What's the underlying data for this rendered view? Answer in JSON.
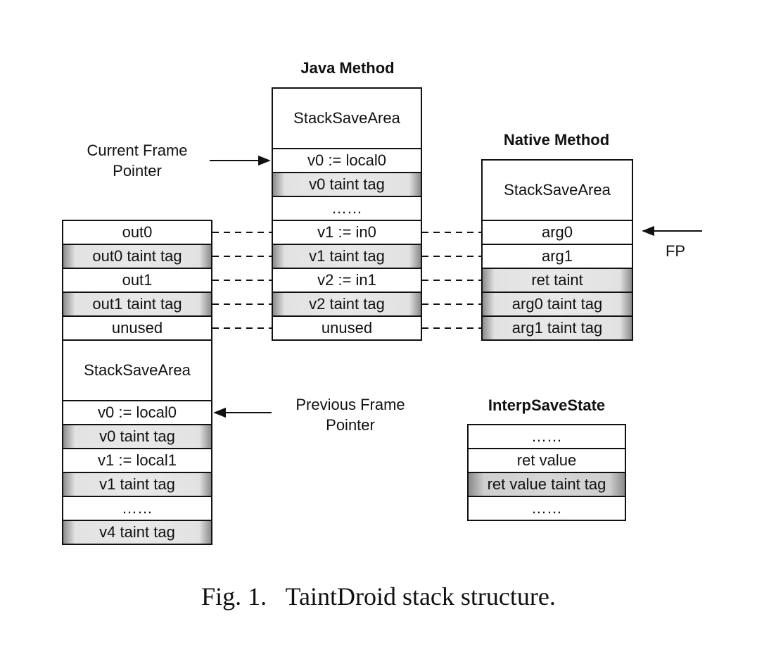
{
  "java": {
    "title": "Java Method",
    "cells": [
      "StackSaveArea",
      "v0 := local0",
      "v0 taint tag",
      "……",
      "v1 := in0",
      "v1 taint tag",
      "v2 := in1",
      "v2 taint tag",
      "unused"
    ]
  },
  "native": {
    "title": "Native Method",
    "cells": [
      "StackSaveArea",
      "arg0",
      "arg1",
      "ret taint",
      "arg0 taint tag",
      "arg1 taint tag"
    ]
  },
  "left": {
    "cells": [
      "out0",
      "out0 taint tag",
      "out1",
      "out1 taint tag",
      "unused",
      "StackSaveArea",
      "v0 := local0",
      "v0 taint tag",
      "v1 := local1",
      "v1 taint tag",
      "……",
      "v4 taint tag"
    ]
  },
  "interp": {
    "title": "InterpSaveState",
    "cells": [
      "……",
      "ret value",
      "ret value taint tag",
      "……"
    ]
  },
  "labels": {
    "current_frame_line1": "Current Frame",
    "current_frame_line2": "Pointer",
    "previous_frame_line1": "Previous Frame",
    "previous_frame_line2": "Pointer",
    "fp": "FP"
  },
  "caption": "Fig. 1.   TaintDroid stack structure."
}
